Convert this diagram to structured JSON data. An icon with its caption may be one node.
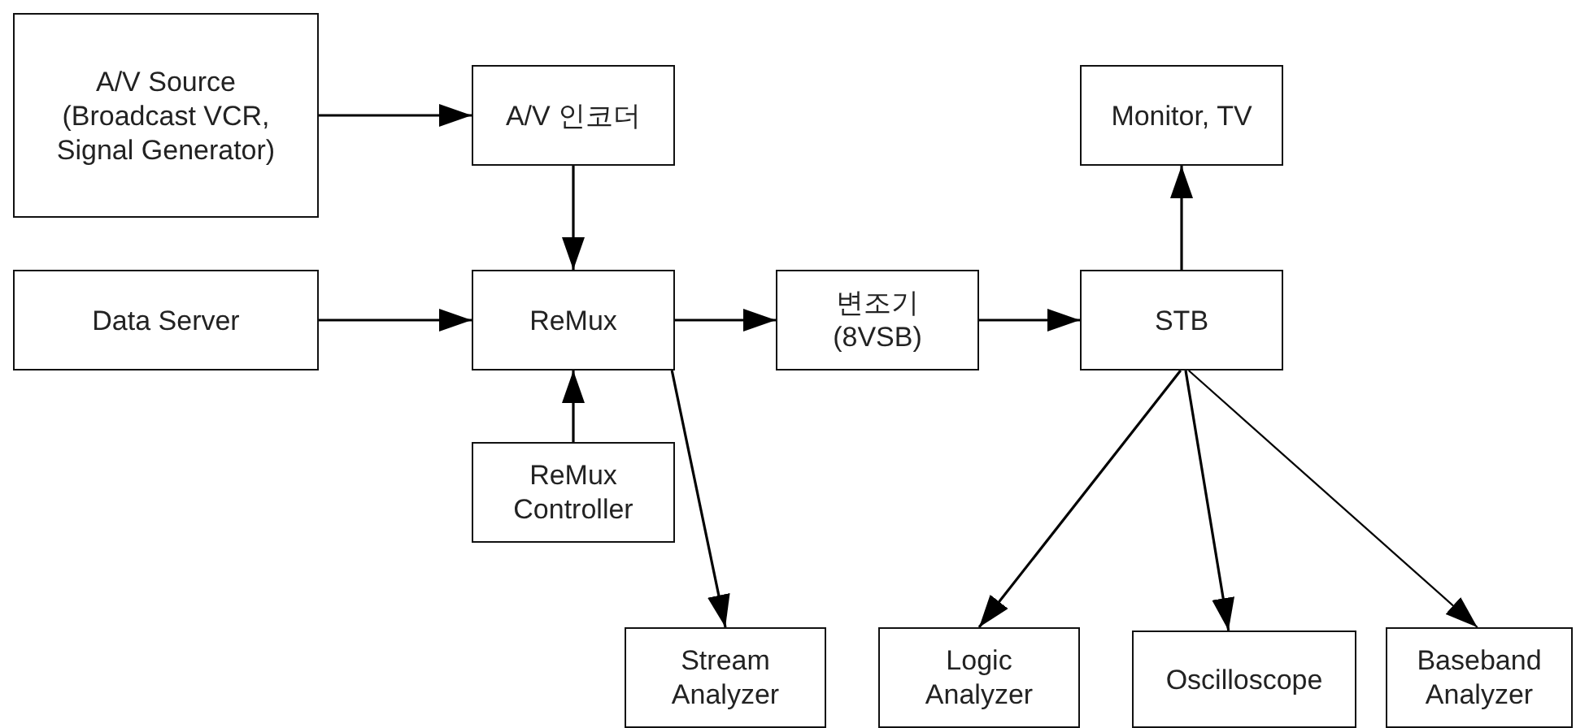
{
  "diagram": {
    "nodes": [
      {
        "text": [
          "A/V Source (Broadcast VCR, Signal Generator)"
        ]
      },
      {
        "text": [
          "A/V 인코더"
        ]
      },
      {
        "text": [
          "Data Server"
        ]
      },
      {
        "text": [
          "ReMux"
        ]
      },
      {
        "text": [
          "변조기 (8VSB)"
        ]
      },
      {
        "text": [
          "STB"
        ]
      },
      {
        "text": [
          "Monitor, TV"
        ]
      },
      {
        "text": [
          "ReMux Controller"
        ]
      },
      {
        "text": [
          "Stream Analyzer"
        ]
      },
      {
        "text": [
          "Logic Analyzer"
        ]
      },
      {
        "text": [
          "Oscilloscope"
        ]
      },
      {
        "text": [
          "Baseband Analyzer"
        ]
      }
    ],
    "edges": [
      {
        "from": 0,
        "to": 1,
        "arrow": "to"
      },
      {
        "from": 1,
        "to": 3,
        "arrow": "to"
      },
      {
        "from": 2,
        "to": 3,
        "arrow": "to"
      },
      {
        "from": 3,
        "to": 4,
        "arrow": "to"
      },
      {
        "from": 4,
        "to": 5,
        "arrow": "to"
      },
      {
        "from": 5,
        "to": 6,
        "arrow": "to"
      },
      {
        "from": 7,
        "to": 3,
        "arrow": "to"
      },
      {
        "from": 3,
        "to": 8,
        "arrow": "to"
      },
      {
        "from": 5,
        "to": 9,
        "arrow": "to"
      },
      {
        "from": 5,
        "to": 10,
        "arrow": "to"
      },
      {
        "from": 5,
        "to": 11,
        "arrow": "to"
      }
    ]
  }
}
